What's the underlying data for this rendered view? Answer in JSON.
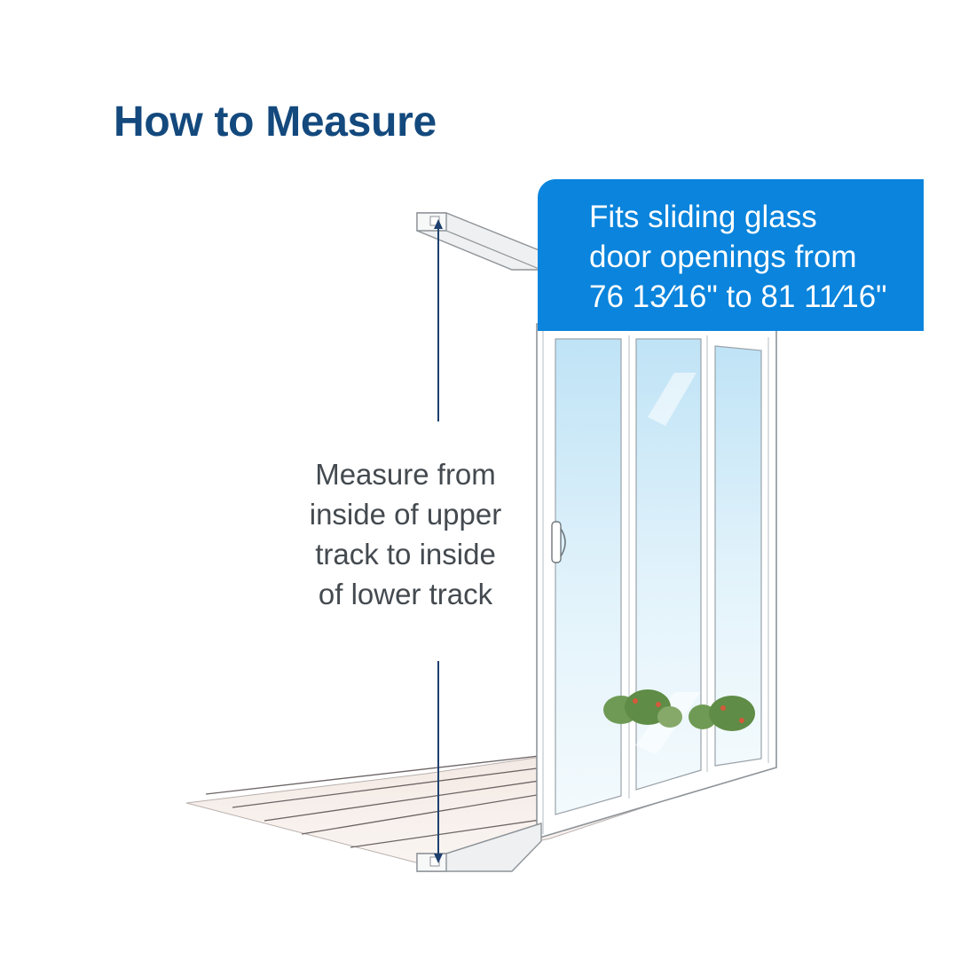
{
  "title": "How to Measure",
  "callout": {
    "lines": [
      "Fits sliding glass",
      "door openings from",
      "76 13⁄16\" to 81 11⁄16\""
    ]
  },
  "instruction": {
    "lines": [
      "Measure from",
      "inside of upper",
      "track to inside",
      "of lower track"
    ]
  },
  "colors": {
    "title": "#13497d",
    "callout_background": "#0a84dc",
    "callout_text": "#ffffff",
    "instruction_text": "#444a4f",
    "measure_line": "#1d3f6e"
  },
  "icons": {
    "upper_track": "upper-track-illustration",
    "lower_track": "lower-track-illustration",
    "door": "sliding-glass-door-illustration",
    "handle": "door-handle",
    "floor": "deck-floor-illustration",
    "shrubs": "shrub-illustration"
  }
}
